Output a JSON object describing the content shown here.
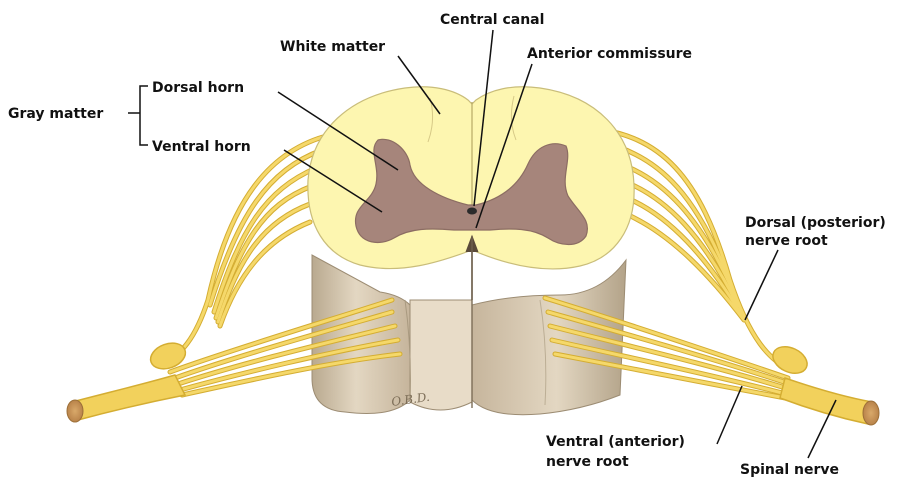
{
  "labels": {
    "gray_matter": "Gray matter",
    "dorsal_horn": "Dorsal horn",
    "ventral_horn": "Ventral horn",
    "white_matter": "White matter",
    "central_canal": "Central canal",
    "anterior_commissure": "Anterior commissure",
    "dorsal_root_line1": "Dorsal (posterior)",
    "dorsal_root_line2": "nerve root",
    "ventral_root_line1": "Ventral (anterior)",
    "ventral_root_line2": "nerve root",
    "spinal_nerve": "Spinal nerve",
    "artist_signature": "O.B.D."
  },
  "colors": {
    "white_matter": "#fdf6b0",
    "gray_matter": "#a6857b",
    "nerve": "#f2d15c",
    "nerve_outline": "#d4ad32",
    "cord_column": "#cfc0a9",
    "label_text": "#111111"
  }
}
